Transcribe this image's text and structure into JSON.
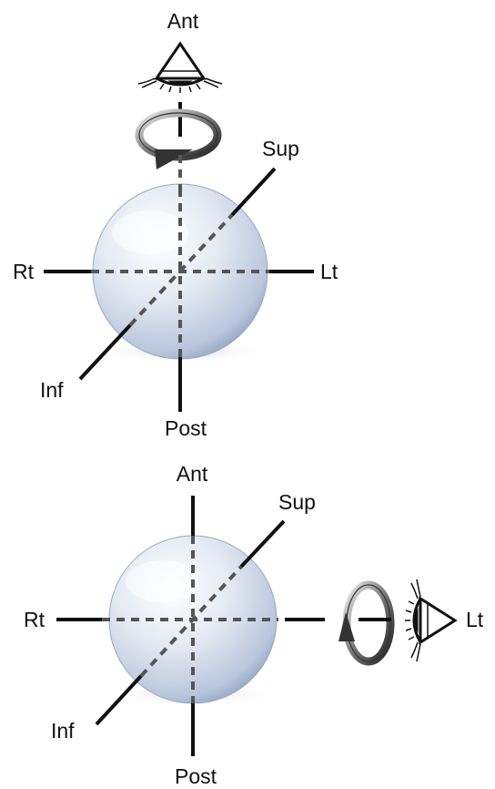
{
  "panels": [
    {
      "labels": {
        "anterior": "Ant",
        "posterior": "Post",
        "right": "Rt",
        "left": "Lt",
        "superior": "Sup",
        "inferior": "Inf"
      },
      "viewer_icon": "eye-icon",
      "rotation_icon": "rotation-arrow-icon"
    },
    {
      "labels": {
        "anterior": "Ant",
        "posterior": "Post",
        "right": "Rt",
        "left": "Lt",
        "superior": "Sup",
        "inferior": "Inf"
      },
      "viewer_icon": "eye-icon",
      "rotation_icon": "rotation-arrow-icon"
    }
  ],
  "colors": {
    "axis": "#111111",
    "dashed_axis": "#555555",
    "sphere": "#c8d4e6",
    "arrow": "#333333"
  }
}
